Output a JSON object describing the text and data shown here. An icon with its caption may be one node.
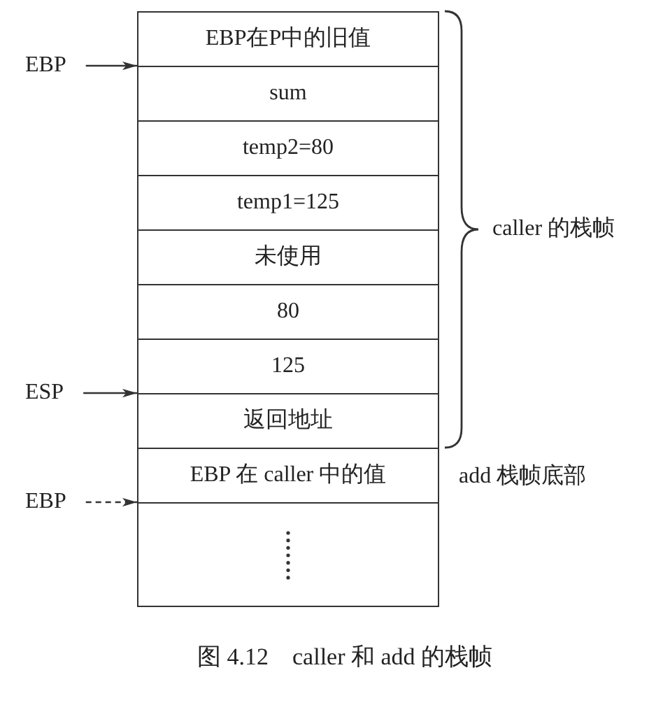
{
  "diagram": {
    "caption": "图 4.12　caller 和 add 的栈帧",
    "nodes": [
      {
        "text": [
          "EBP在P中的旧值"
        ]
      },
      {
        "text": [
          "sum"
        ]
      },
      {
        "text": [
          "temp2=80"
        ]
      },
      {
        "text": [
          "temp1=125"
        ]
      },
      {
        "text": [
          "未使用"
        ]
      },
      {
        "text": [
          "80"
        ]
      },
      {
        "text": [
          "125"
        ]
      },
      {
        "text": [
          "返回地址"
        ]
      },
      {
        "text": [
          "EBP 在 caller 中的值"
        ],
        "beside": [
          "add 栈帧底部"
        ]
      },
      {
        "text": [],
        "shape": "box"
      },
      {
        "text": [
          "EBP"
        ]
      },
      {
        "text": [
          "ESP"
        ]
      },
      {
        "text": [
          "EBP"
        ]
      }
    ],
    "edges": [
      {
        "from": 10,
        "to": 0,
        "arrow": "to"
      },
      {
        "from": 11,
        "to": 6,
        "arrow": "to"
      },
      {
        "from": 12,
        "to": 8,
        "arrow": "to",
        "style": "dashed"
      }
    ],
    "labels": [
      "caller 的栈帧"
    ]
  }
}
